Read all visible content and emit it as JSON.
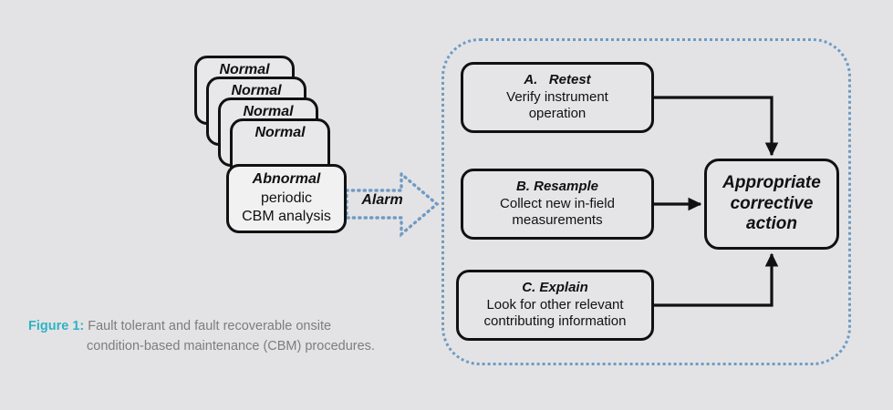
{
  "figure": {
    "caption_label": "Figure 1:",
    "caption_text": " Fault tolerant and fault recoverable onsite condition-based maintenance (CBM) procedures.",
    "label_color": "#2fb3c4",
    "text_color": "#7d7d80",
    "background_color": "#e3e3e5"
  },
  "sample_stack": {
    "cards": [
      {
        "title": "Normal"
      },
      {
        "title": "Normal"
      },
      {
        "title": "Normal"
      },
      {
        "title": "Normal"
      }
    ],
    "abnormal_card": {
      "title": "Abnormal",
      "line2": "periodic",
      "line3": "CBM analysis"
    }
  },
  "alarm": {
    "label": "Alarm",
    "arrow_color": "#6f9bc4",
    "style": "dotted-block-arrow"
  },
  "container": {
    "border_style": "dotted",
    "border_color": "#6f9bc4"
  },
  "procedures": [
    {
      "title": "A.   Retest",
      "line2": "Verify instrument",
      "line3": "operation"
    },
    {
      "title": "B. Resample",
      "line2": "Collect new in-field",
      "line3": "measurements"
    },
    {
      "title": "C. Explain",
      "line2": "Look for other relevant",
      "line3": "contributing information"
    }
  ],
  "outcome": {
    "line1": "Appropriate",
    "line2": "corrective",
    "line3": "action"
  }
}
